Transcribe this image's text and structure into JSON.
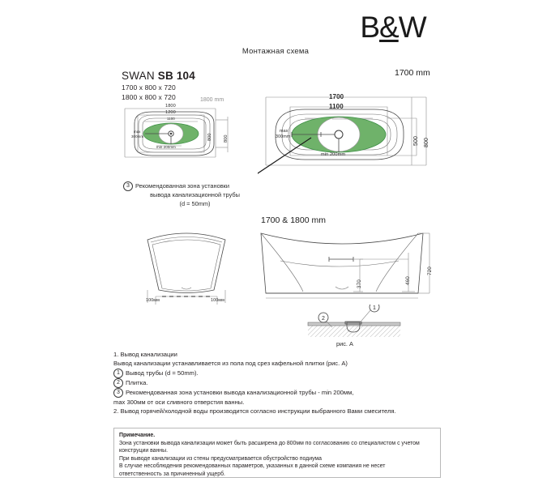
{
  "header": {
    "brand_b": "B",
    "brand_amp": "&",
    "brand_w": "W",
    "sheet_title": "Монтажная схема"
  },
  "model": {
    "name_prefix": "SWAN ",
    "name_code": "SB 104",
    "size_1": "1700 x 800 x 720",
    "size_2": "1800 x 800 x 720"
  },
  "plan_left": {
    "title": "1800 mm",
    "dim_overall": "1800",
    "dim_inner": "1200",
    "dim_rim": "1100",
    "dim_height_inner": "800",
    "dim_height_outer": "800",
    "label_max": "max",
    "label_max_value": "300mm",
    "label_min": "min 200mm"
  },
  "plan_right": {
    "title": "1700 mm",
    "dim_overall": "1700",
    "dim_inner": "1100",
    "dim_height_inner": "500",
    "dim_height_outer": "800",
    "label_max": "max",
    "label_max_value": "300mm",
    "label_min": "min 200mm"
  },
  "callout": {
    "index": "3",
    "line1": "Рекомендованная зона установки",
    "line2": "вывода канализационной трубы",
    "line3": "(d = 50mm)"
  },
  "front_view": {
    "left_offset": "100мм",
    "right_offset": "100мм"
  },
  "side_view": {
    "title": "1700 & 1800 mm",
    "dim_drain_height": "370",
    "dim_inner_height": "460",
    "dim_total_height": "720"
  },
  "detail_a": {
    "index_pipe": "1",
    "index_tile": "2",
    "caption": "рис. А"
  },
  "notes": {
    "line1": "1. Вывод канализации",
    "line2": "Вывод канализации устанавливается из пола под срез кафельной плитки (рис. А)",
    "item1_index": "1",
    "item1": "Вывод трубы (d = 50mm).",
    "item2_index": "2",
    "item2": "Плитка.",
    "item3_index": "3",
    "item3": "Рекомендованная зона установки вывода канализационной трубы - min 200мм,",
    "item3_cont": "max 300мм от оси сливного отверстия ванны.",
    "line3": "2. Вывод горячей/холодной воды производится согласно инструкции выбранного Вами смесителя."
  },
  "notebox": {
    "title": "Примечание.",
    "l1": "Зона установки вывода канализации может быть расширена до 800мм по согласованию со специалистом с учетом",
    "l2": "конструции ванны.",
    "l3": "При выводе канализации из стены предусматривается обустройство подиума",
    "l4": "В случае несоблюдения рекомендованных параметров, указанных в данной схеме компания не несет",
    "l5": "ответственность за причиненный ущерб."
  },
  "colors": {
    "zone_green": "#6fb26a",
    "zone_green_stroke": "#3d8f46",
    "line_gray": "#8a8a8a",
    "ink": "#231f20"
  }
}
